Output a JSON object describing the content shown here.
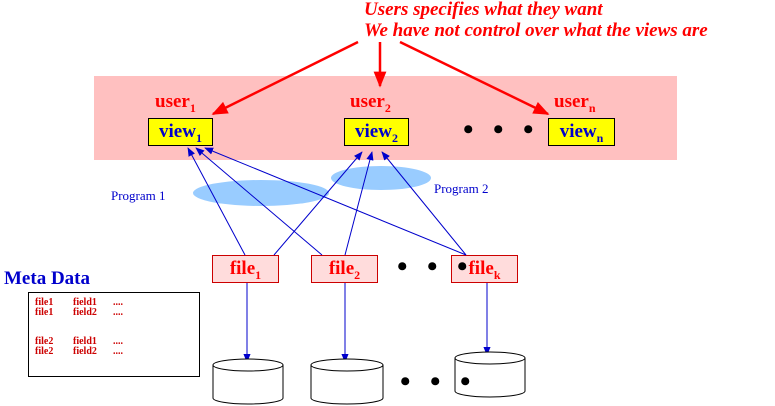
{
  "annotation": {
    "line1": "Users specifies what they want",
    "line2": "We have not control over what the views are"
  },
  "users": [
    {
      "name": "user",
      "sub": "1"
    },
    {
      "name": "user",
      "sub": "2"
    },
    {
      "name": "user",
      "sub": "n"
    }
  ],
  "views": [
    {
      "name": "view",
      "sub": "1"
    },
    {
      "name": "view",
      "sub": "2"
    },
    {
      "name": "view",
      "sub": "n"
    }
  ],
  "programs": [
    "Program 1",
    "Program 2"
  ],
  "files": [
    {
      "name": "file",
      "sub": "1"
    },
    {
      "name": "file",
      "sub": "2"
    },
    {
      "name": "file",
      "sub": "k"
    }
  ],
  "ellipsis": "• • •",
  "meta_data": {
    "title": "Meta Data",
    "rows": [
      {
        "file": "file1",
        "field": "field1",
        "more": "...."
      },
      {
        "file": "file1",
        "field": "field2",
        "more": "...."
      },
      {
        "file": "file2",
        "field": "field1",
        "more": "...."
      },
      {
        "file": "file2",
        "field": "field2",
        "more": "...."
      }
    ]
  },
  "colors": {
    "annotation": "#ff0000",
    "band": "#ffc0c0",
    "view_fill": "#ffff00",
    "view_text": "#0000cc",
    "file_fill": "#ffdcdc",
    "program_blob": "#99ccff",
    "connector": "#0000cc"
  }
}
